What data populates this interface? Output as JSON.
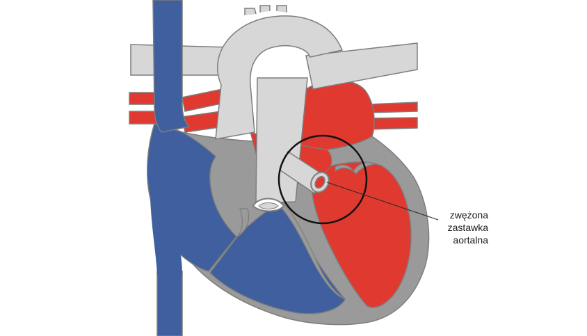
{
  "annotation": {
    "lines": [
      "zwężona",
      "zastawka",
      "aortalna"
    ]
  },
  "colors": {
    "oxygen_rich": "#e0392f",
    "oxygen_poor": "#3f5f9e",
    "vessel_gray": "#d7d7d7",
    "wall_gray": "#9a9a9a",
    "outline": "#7d7d7d",
    "highlight_circle": "#111111"
  }
}
